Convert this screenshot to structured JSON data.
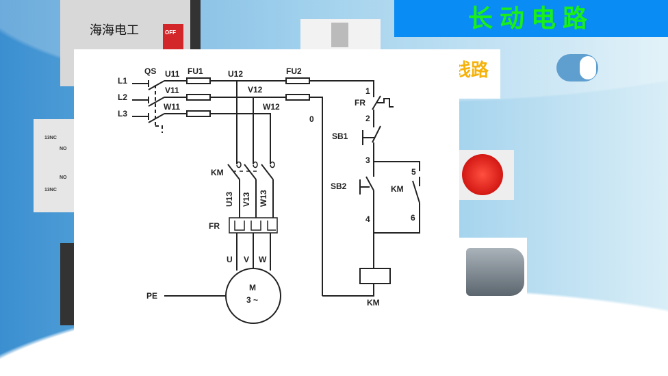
{
  "title": "长动电路",
  "watermark": "海海电工",
  "logo_text": "线路",
  "labels": {
    "L1": "L1",
    "L2": "L2",
    "L3": "L3",
    "QS": "QS",
    "U11": "U11",
    "V11": "V11",
    "W11": "W11",
    "FU1": "FU1",
    "U12": "U12",
    "V12": "V12",
    "W12": "W12",
    "FU2": "FU2",
    "n0": "0",
    "n1": "1",
    "n2": "2",
    "n3": "3",
    "n4": "4",
    "n5": "5",
    "n6": "6",
    "FR_ctrl": "FR",
    "SB1": "SB1",
    "SB2": "SB2",
    "KM_aux": "KM",
    "KM_main": "KM",
    "U13": "U13",
    "V13": "V13",
    "W13": "W13",
    "FR_main": "FR",
    "U": "U",
    "V": "V",
    "W": "W",
    "M": "M",
    "M3": "3 ~",
    "PE": "PE",
    "KM_coil": "KM"
  },
  "photo_labels": {
    "nc1": "13NC",
    "no1": "NO",
    "no2": "NO",
    "nc2": "13NC",
    "off": "OFF"
  }
}
